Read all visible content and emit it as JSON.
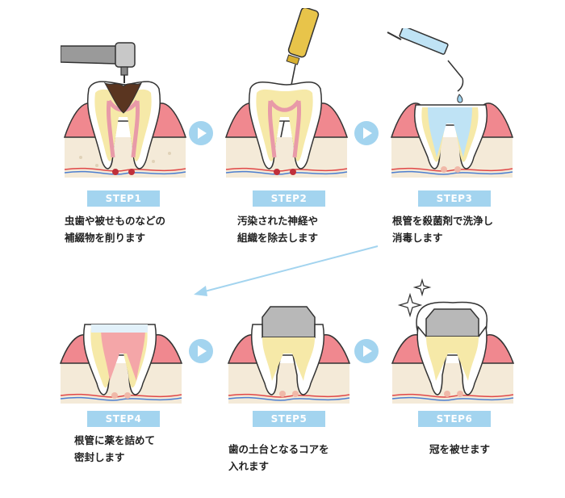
{
  "colors": {
    "badge": "#a3d4ef",
    "arrow": "#a3d4ef",
    "gum": "#f0888f",
    "bone": "#f4ead8",
    "dentin": "#f6e9a8",
    "enamel": "#ffffff",
    "pulp": "#f7c7c8",
    "decay": "#5a3520",
    "crown": "#b8b8b8",
    "disinfect": "#bfe3f5"
  },
  "steps": [
    {
      "badge": "STEP1",
      "line1": "虫歯や被せものなどの",
      "line2": "補綴物を削ります",
      "icon": "dental-drill"
    },
    {
      "badge": "STEP2",
      "line1": "汚染された神経や",
      "line2": "組織を除去します",
      "icon": "root-file"
    },
    {
      "badge": "STEP3",
      "line1": "根管を殺菌剤で洗浄し",
      "line2": "消毒します",
      "icon": "syringe"
    },
    {
      "badge": "STEP4",
      "line1": "根管に薬を詰めて",
      "line2": "密封します",
      "icon": "tooth-filled"
    },
    {
      "badge": "STEP5",
      "line1": "歯の土台となるコアを",
      "line2": "入れます",
      "icon": "tooth-core"
    },
    {
      "badge": "STEP6",
      "line1": "冠を被せます",
      "line2": "",
      "icon": "tooth-crown"
    }
  ]
}
